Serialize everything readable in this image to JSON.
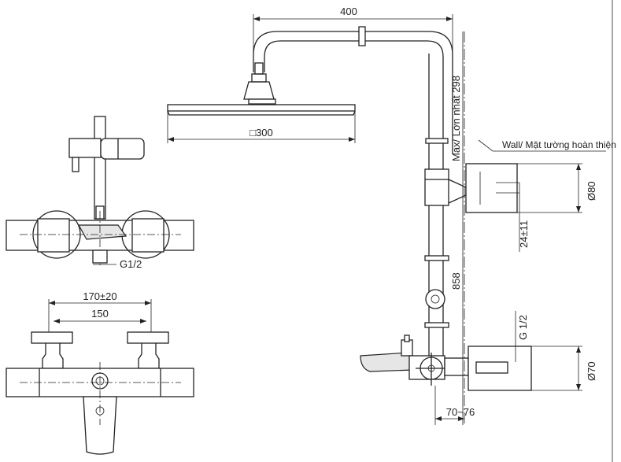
{
  "dimensions": {
    "arm_length": "400",
    "head_size": "□300",
    "max_height": "Max/ Lớn nhất 298",
    "wall_finish": "Wall/ Mặt tường hoàn thiện",
    "bracket_diameter": "Ø80",
    "offset_tolerance": "24±11",
    "riser_height": "858",
    "inlet_thread": "G 1/2",
    "valve_diameter": "Ø70",
    "wall_distance": "70~76",
    "side_thread": "G1/2",
    "centers_range": "170±20",
    "centers_nominal": "150"
  }
}
